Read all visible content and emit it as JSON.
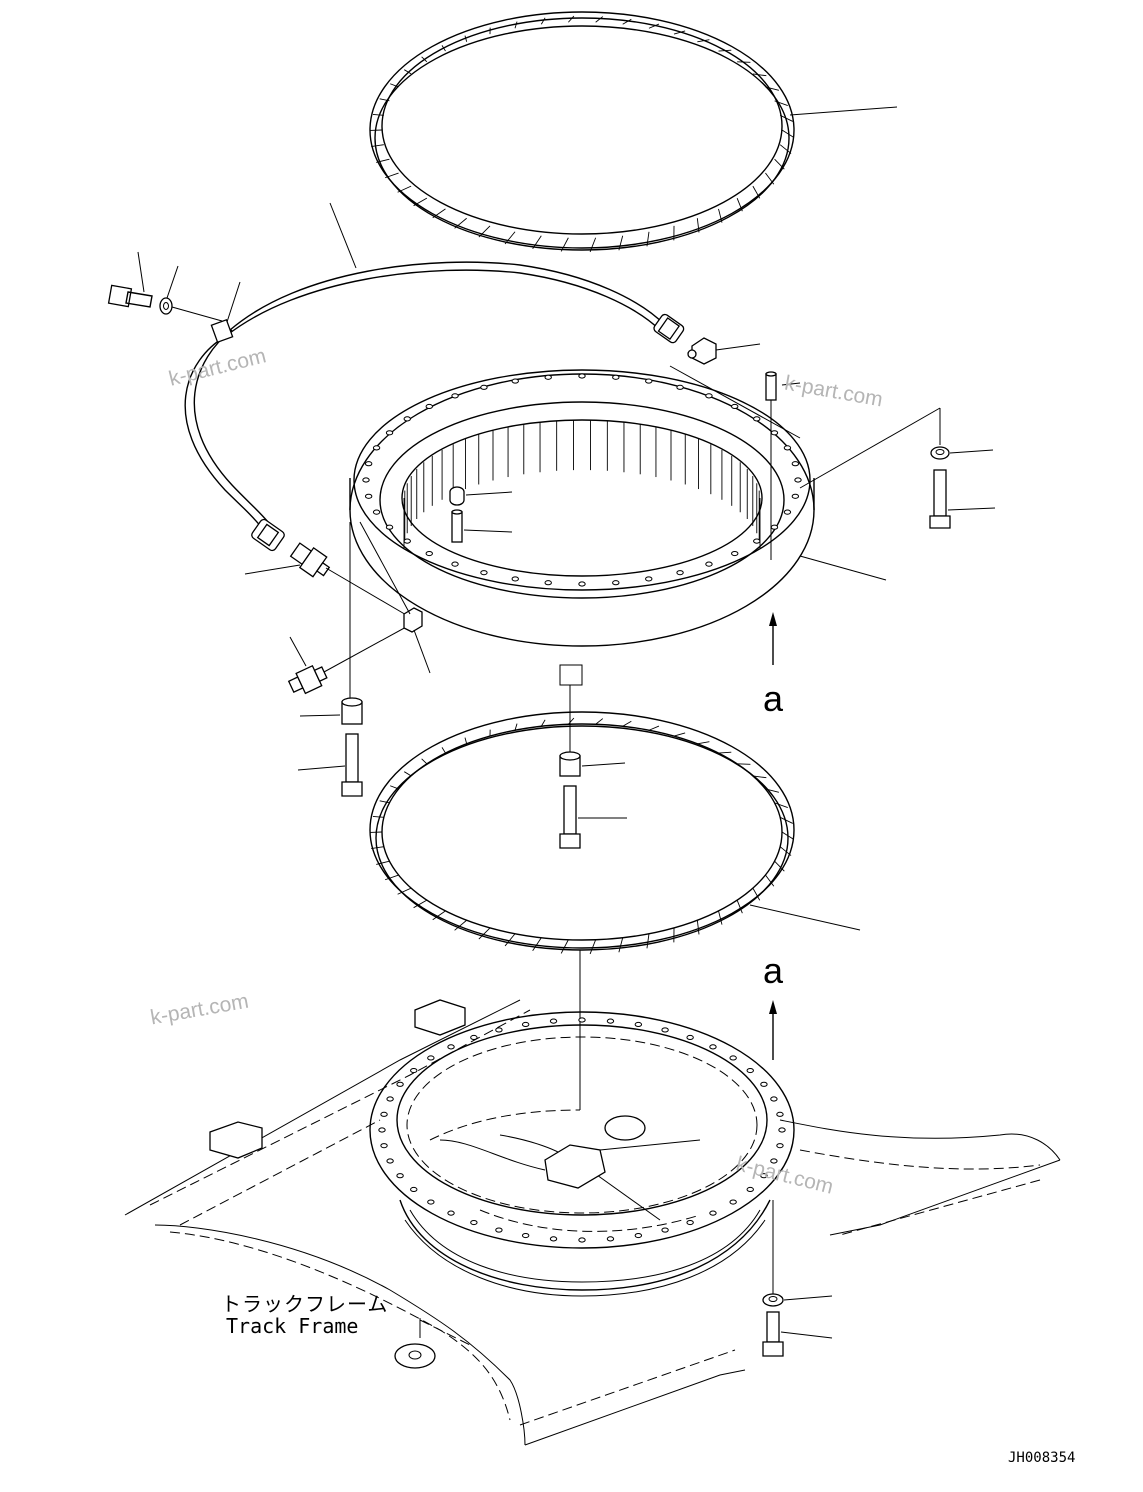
{
  "labels": {
    "track_frame_jp": "トラックフレーム",
    "track_frame_en": "Track Frame",
    "drawing_number": "JH008354",
    "view_ref_top": "a",
    "view_ref_bottom": "a"
  },
  "watermarks": [
    "k-part.com",
    "k-part.com",
    "k-part.com",
    "k-part.com"
  ]
}
